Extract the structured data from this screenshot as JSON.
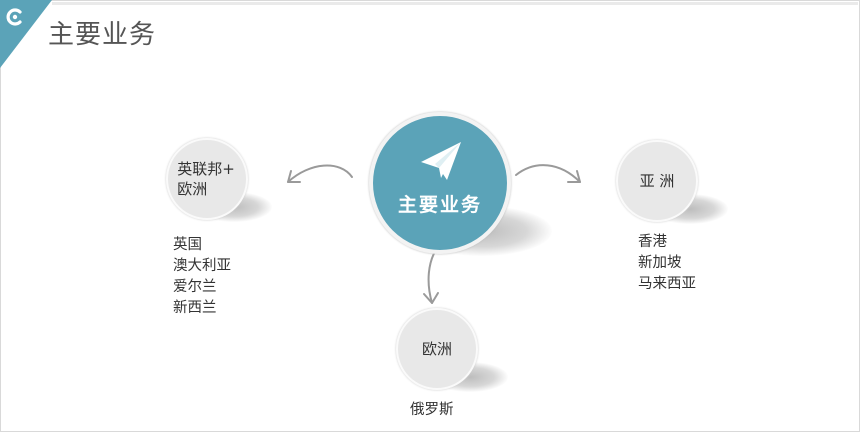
{
  "header": {
    "title": "主要业务",
    "logo_icon": "c-logo-icon",
    "accent_color": "#5ba3b8"
  },
  "center": {
    "label": "主要业务",
    "icon": "paper-plane-icon",
    "color": "#5ba3b8"
  },
  "nodes": [
    {
      "label_line1": "英联邦+",
      "label_line2": "欧洲",
      "items": [
        "英国",
        "澳大利亚",
        "爱尔兰",
        "新西兰"
      ]
    },
    {
      "label_line1": "亚 洲",
      "items": [
        "香港",
        "新加坡",
        "马来西亚"
      ]
    },
    {
      "label_line1": "欧洲",
      "items": [
        "俄罗斯"
      ]
    }
  ]
}
